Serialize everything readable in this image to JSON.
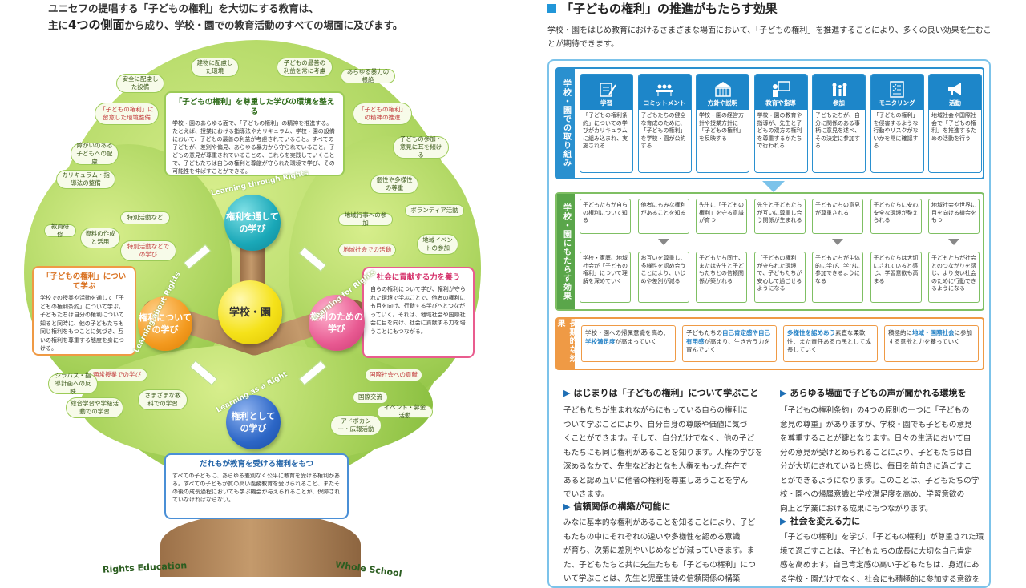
{
  "intro": {
    "line1": "ユニセフの提唱する「子どもの権利」を大切にする教育は、",
    "line2_pre": "主に",
    "line2_strong": "4つの側面",
    "line2_post": "から成り、学校・園での教育活動のすべての場面に及びます。"
  },
  "tree": {
    "leaves": [
      "建物に配慮した環境",
      "子どもの最善の利益を常に考慮",
      "安全に配慮した設備",
      "あらゆる暴力の根絶",
      "「子どもの権利」に留意した環境整備",
      "「子どもの権利」の精神の推進",
      "障がいのある子どもへの配慮",
      "子どもの参加・意見に耳を傾ける",
      "カリキュラム・指導法の整備",
      "個性や多様性の尊重",
      "特別活動など",
      "ボランティア活動",
      "教員研修",
      "資料の作成と活用",
      "地域行事への参加",
      "特別活動などでの学び",
      "地域イベントの参加",
      "地域社会での活動",
      "通常授業での学び",
      "国際社会への貢献",
      "シラバス・指導計画への反映",
      "総合学習や学級活動での学習",
      "さまざまな教科での学習",
      "国際交流",
      "イベント・募金活動",
      "アドボカシー・広報活動"
    ],
    "box_top": {
      "title": "「子どもの権利」を尊重した学びの環境を整える",
      "body": "学校・園のあらゆる面で、「子どもの権利」の精神を推進する。たとえば、授業における指導法やカリキュラム、学校・園の設備において、子どもの最善の利益が考慮されていること。すべての子どもが、差別や偏見、あらゆる暴力から守られていること。子どもの意見が尊重されていることの、これらを実践していくことで、子どもたちは自らの権利と尊厳が守られた環境で学び、その可能性を伸ばすことができる。"
    },
    "box_left": {
      "title": "「子どもの権利」について学ぶ",
      "body": "学校での授業や活動を通して「子どもの権利条約」について学ぶ。子どもたちは自分の権利について知ると同時に、他の子どもたちも同じ権利をもつことに気づき、互いの権利を尊重する態度を身につける。"
    },
    "box_right": {
      "title": "社会に貢献する力を養う",
      "body": "自らの権利について学び、権利が守られた環境で学ぶことで、他者の権利にも目を向け、行動する学びへとつながっていく。それは、地域社会や国際社会に目を向け、社会に貢献する力を培うことにもつながる。"
    },
    "box_bottom": {
      "title": "だれもが教育を受ける権利をもつ",
      "body": "すべての子どもに、あらゆる差別なく公平に教育を受ける権利がある。すべての子どもが質の高い義務教育を受けられること、またその後の成長過程においても学ぶ機会が与えられることが、保障されていなければならない。"
    },
    "orbs": {
      "center": "学校・園",
      "top": "権利を通して\nの学び",
      "left": "権利について\nの学び",
      "right": "権利のための\n学び",
      "bottom": "権利として\nの学び"
    },
    "arcs": {
      "top": "Learning through Rights",
      "left": "Learning about Rights",
      "right": "Learning for Rights",
      "bottom": "Learning as a Right",
      "ground_left": "Rights Education",
      "ground_right": "Whole School"
    }
  },
  "right": {
    "title": "「子どもの権利」の推進がもたらす効果",
    "lead": "学校・園をはじめ教育におけるさまざまな場面において、「子どもの権利」を推進することにより、多くの良い効果を生むことが期待できます。",
    "band1_label": "学校・園での取り組み",
    "cards": [
      {
        "title": "学習",
        "icon": "pen-paper-icon",
        "text": "「子どもの権利条約」についての学びがカリキュラムに組み込まれ、実施される"
      },
      {
        "title": "コミットメント",
        "icon": "meeting-icon",
        "text": "子どもたちの健全な育成のために、「子どもの権利」を学校・園が公約する"
      },
      {
        "title": "方針や説明",
        "icon": "building-icon",
        "text": "学校・園の経営方針や授業方針に「子どもの権利」を反映する"
      },
      {
        "title": "教育や指導",
        "icon": "teacher-icon",
        "text": "学校・園の教育や指導が、先生と子どもの双方の権利を尊重するかたちで行われる"
      },
      {
        "title": "参加",
        "icon": "family-icon",
        "text": "子どもたちが、自分に関係のある事柄に意見を述べ、その決定に参加する"
      },
      {
        "title": "モニタリング",
        "icon": "checklist-icon",
        "text": "「子どもの権利」を侵害するような行動やリスクがないかを常に確認する"
      },
      {
        "title": "活動",
        "icon": "megaphone-icon",
        "text": "地域社会や国際社会で「子どもの権利」を推進するための活動を行う"
      }
    ],
    "band2_label": "学校・園にもたらす効果",
    "effects_top": [
      "子どもたちが自らの権利について知る",
      "他者にもみな権利があることを知る",
      "先生に「子どもの権利」を守る意識が育つ",
      "先生と子どもたちが互いに尊重し合う関係が生まれる",
      "子どもたちの意見が尊重される",
      "子どもたちに安心安全な環境が整えられる",
      "地域社会や世界に目を向ける機会をもつ"
    ],
    "effects_bottom": [
      "学校・家庭、地域社会が「子どもの権利」について理解を深めていく",
      "お互いを尊重し、多様性を認め合うことにより、いじめや差別が減る",
      "子どもたち同士、または先生と子どもたちとの信頼関係が築かれる",
      "「子どもの権利」が守られた環境で、子どもたちが安心して過ごせるようになる",
      "子どもたちが主体的に学び、学びに参加できるようになる",
      "子どもたちは大切にされていると感じ、学習意欲も高まる",
      "子どもたちが社会とのつながりを感じ、より良い社会のために行動できるようになる"
    ],
    "band3_label": "長期的な効果",
    "long_effects": [
      {
        "pre": "学校・園への帰属意識を高め、",
        "em": "学校満足度",
        "post": "が高まっていく"
      },
      {
        "pre": "子どもたちの",
        "em": "自己肯定感や自己有用感",
        "post": "が高まり、生き合う力を育んでいく"
      },
      {
        "pre": "",
        "em": "多様性を認めあう",
        "post": "素直な柔軟性、また責任ある市民として成長していく"
      },
      {
        "pre": "積極的に",
        "em": "地域・国際社会",
        "post": "に参加する意欲と力を養っていく"
      }
    ],
    "sec1": {
      "heading": "はじまりは「子どもの権利」について学ぶこと",
      "lines": [
        "子どもたちが生まれながらにもっている自らの権利に",
        "ついて学ぶことにより、自分自身の尊厳や価値に気づ",
        "くことができます。そして、自分だけでなく、他の子ど",
        "もたちにも同じ権利があることを知ります。人権の学びを",
        "深めるなかで、先生などおとなも人権をもった存在で",
        "あると認め互いに他者の権利を尊重しあうことを学ん",
        "でいきます。"
      ]
    },
    "sec2": {
      "heading": "信頼関係の構築が可能に",
      "lines": [
        "みなに基本的な権利があることを知ることにより、子ど",
        "もたちの中にそれぞれの違いや多様性を認める意識",
        "が育ち、次第に差別やいじめなどが減っていきます。ま",
        "た、子どもたちと共に先生たちも「子どもの権利」につ",
        "いて学ぶことは、先生と児童生徒の信頼関係の構築"
      ]
    },
    "sec3": {
      "heading": "あらゆる場面で子どもの声が聞かれる環境を",
      "lines": [
        "「子どもの権利条約」の4つの原則の一つに「子どもの",
        "意見の尊重」がありますが、学校・園でも子どもの意見",
        "を尊重することが鍵となります。日々の生活において自",
        "分の意見が受けとめられることにより、子どもたちは自",
        "分が大切にされていると感じ、毎日を前向きに過ごすこ",
        "とができるようになります。このことは、子どもたちの学",
        "校・園への帰属意識と学校満足度を高め、学習意欲の",
        "向上と学業における成果にもつながります。"
      ]
    },
    "sec4": {
      "heading": "社会を変える力に",
      "lines": [
        "「子どもの権利」を学び、「子どもの権利」が尊重された環",
        "境で過ごすことは、子どもたちの成長に大切な自己肯定",
        "感を高めます。自己肯定感の高い子どもたちは、身近にあ",
        "る学校・園だけでなく、社会にも積極的に参加する意欲を"
      ]
    }
  },
  "colors": {
    "accent_blue": "#1d86c9",
    "green": "#7fbf63",
    "orange": "#ef9a45",
    "frame": "#7cc3ea"
  }
}
